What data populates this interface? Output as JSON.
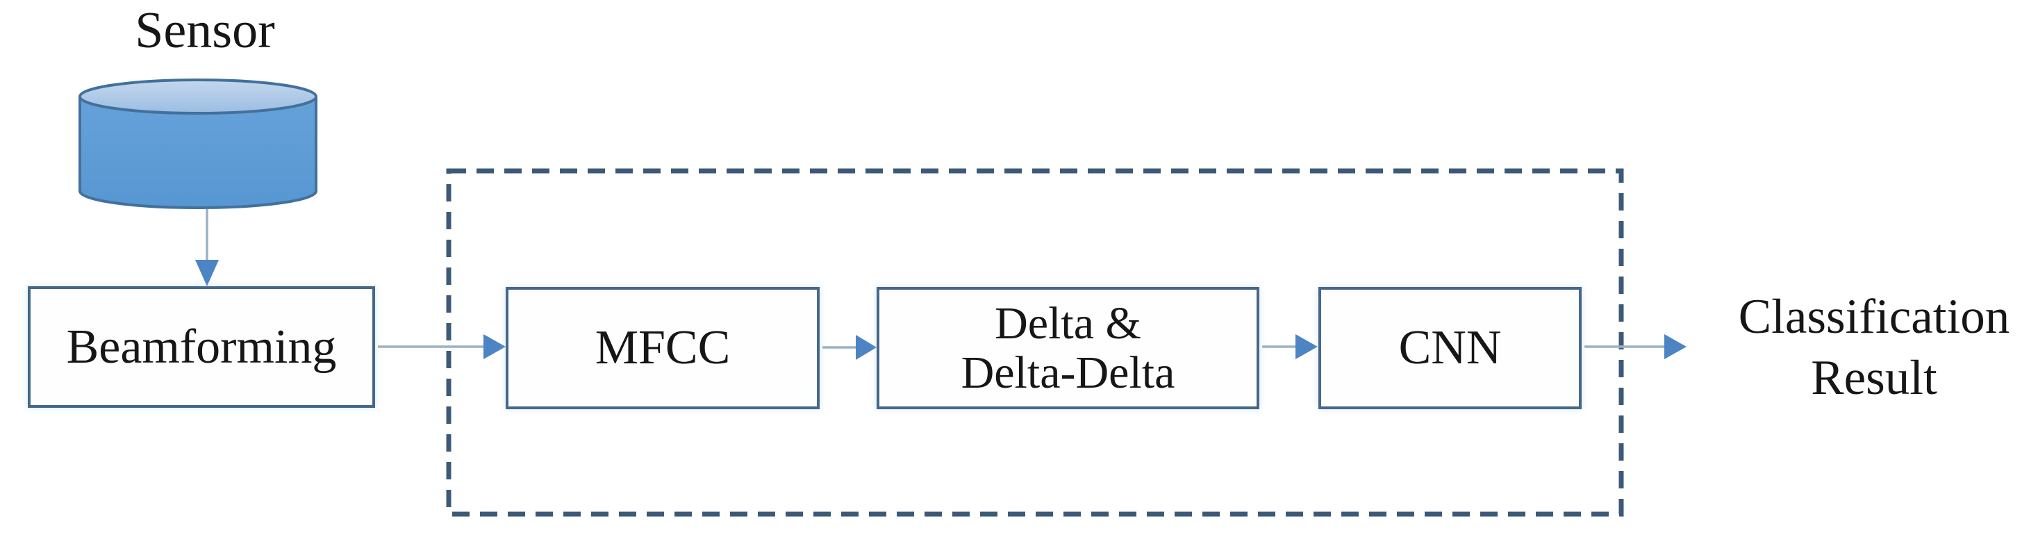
{
  "diagram": {
    "description_type": "flowchart",
    "nodes": {
      "sensor": {
        "label": "Sensor",
        "shape": "cylinder"
      },
      "beamforming": {
        "label": "Beamforming",
        "shape": "rect"
      },
      "mfcc": {
        "label": "MFCC",
        "shape": "rect"
      },
      "delta": {
        "line1": "Delta &",
        "line2": "Delta-Delta",
        "shape": "rect"
      },
      "cnn": {
        "label": "CNN",
        "shape": "rect"
      },
      "result": {
        "line1": "Classification",
        "line2": "Result",
        "shape": "text"
      }
    },
    "edges": [
      {
        "from": "sensor",
        "to": "beamforming",
        "direction": "down"
      },
      {
        "from": "beamforming",
        "to": "mfcc",
        "direction": "right"
      },
      {
        "from": "mfcc",
        "to": "delta",
        "direction": "right"
      },
      {
        "from": "delta",
        "to": "cnn",
        "direction": "right"
      },
      {
        "from": "cnn",
        "to": "result",
        "direction": "right"
      }
    ],
    "container": {
      "style": "dashed",
      "encloses": [
        "mfcc",
        "delta",
        "cnn"
      ]
    },
    "colors": {
      "cylinder_fill": "#5b9bd5",
      "cylinder_top_fill": "#abc8e8",
      "cylinder_stroke": "#41719c",
      "box_fill": "#fefefe",
      "box_border": "#44688a",
      "dashed_border": "#3c5a78",
      "arrow_line": "#9cb2c0",
      "arrow_head": "#4c84c4",
      "text": "#161616",
      "background": "#ffffff"
    }
  }
}
